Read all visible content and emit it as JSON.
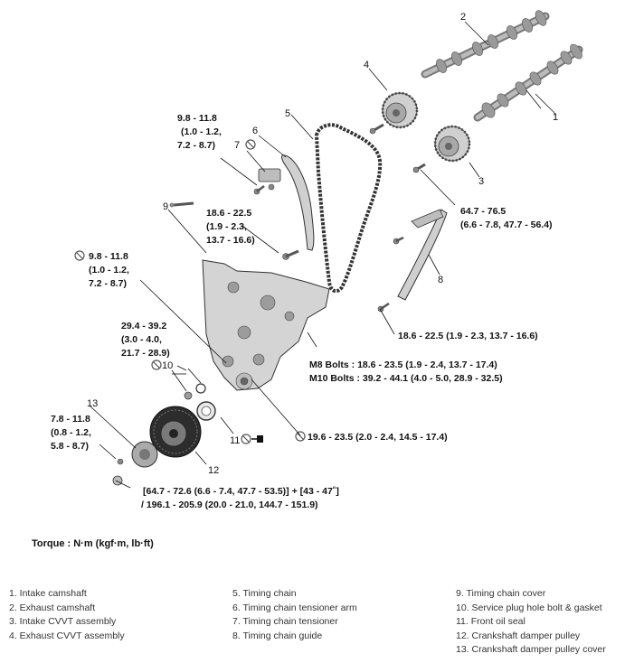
{
  "callouts": {
    "n1": "1",
    "n2": "2",
    "n3": "3",
    "n4": "4",
    "n5": "5",
    "n6": "6",
    "n7": "7",
    "n8": "8",
    "n9": "9",
    "n10": "10",
    "n11": "11",
    "n12": "12",
    "n13": "13"
  },
  "torques": {
    "t7": [
      "9.8 - 11.8",
      "(1.0 - 1.2,",
      "7.2 - 8.7)"
    ],
    "t6": [
      "18.6 - 22.5",
      "(1.9 - 2.3,",
      "13.7 - 16.6)"
    ],
    "t3": [
      "64.7 - 76.5",
      "(6.6 - 7.8, 47.7 - 56.4)"
    ],
    "t9": [
      "9.8 - 11.8",
      "(1.0 - 1.2,",
      "7.2 - 8.7)"
    ],
    "t8": "18.6 - 22.5 (1.9 - 2.3, 13.7 - 16.6)",
    "t10": [
      "29.4 - 39.2",
      "(3.0 - 4.0,",
      "21.7 - 28.9)"
    ],
    "m8": "M8 Bolts : 18.6 - 23.5 (1.9 - 2.4, 13.7 - 17.4)",
    "m10": "M10 Bolts : 39.2 - 44.1 (4.0 - 5.0, 28.9 - 32.5)",
    "t13": [
      "7.8 - 11.8",
      "(0.8 - 1.2,",
      "5.8 - 8.7)"
    ],
    "t11": "19.6 - 23.5 (2.0 - 2.4, 14.5 - 17.4)",
    "t12a": "[64.7 - 72.6 (6.6 - 7.4, 47.7 - 53.5)] + [43 - 47˚]",
    "t12b": "/ 196.1 - 205.9 (20.0 - 21.0, 144.7 - 151.9)"
  },
  "torque_unit_label": "Torque : N·m (kgf·m, lb·ft)",
  "legend": {
    "col1": [
      "1. Intake camshaft",
      "2. Exhaust camshaft",
      "3. Intake CVVT assembly",
      "4. Exhaust CVVT assembly"
    ],
    "col2": [
      "5. Timing chain",
      "6. Timing chain tensioner arm",
      "7. Timing chain tensioner",
      "8. Timing chain guide"
    ],
    "col3": [
      "9. Timing chain cover",
      "10. Service plug hole bolt & gasket",
      "11. Front oil seal",
      "12. Crankshaft damper pulley",
      "13. Crankshaft damper pulley cover"
    ]
  },
  "colors": {
    "line": "#111111",
    "part_fill": "#c8c8c8",
    "part_dark": "#555555",
    "chain": "#333333"
  }
}
